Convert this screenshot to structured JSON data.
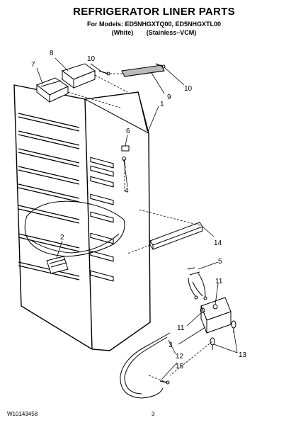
{
  "header": {
    "title": "REFRIGERATOR LINER PARTS",
    "models": "For Models: ED5NHGXTQ00, ED5NHGXTL00",
    "variant_white": "(White)",
    "variant_stainless": "(Stainless–VCM)"
  },
  "callouts": {
    "c1": "1",
    "c2": "2",
    "c3": "3",
    "c4": "4",
    "c5": "5",
    "c6": "6",
    "c7": "7",
    "c8": "8",
    "c9": "9",
    "c10a": "10",
    "c10b": "10",
    "c11a": "11",
    "c11b": "11",
    "c12": "12",
    "c13": "13",
    "c14": "14",
    "c15": "15"
  },
  "footer": {
    "doc_code": "W10143458",
    "page_number": "3"
  }
}
